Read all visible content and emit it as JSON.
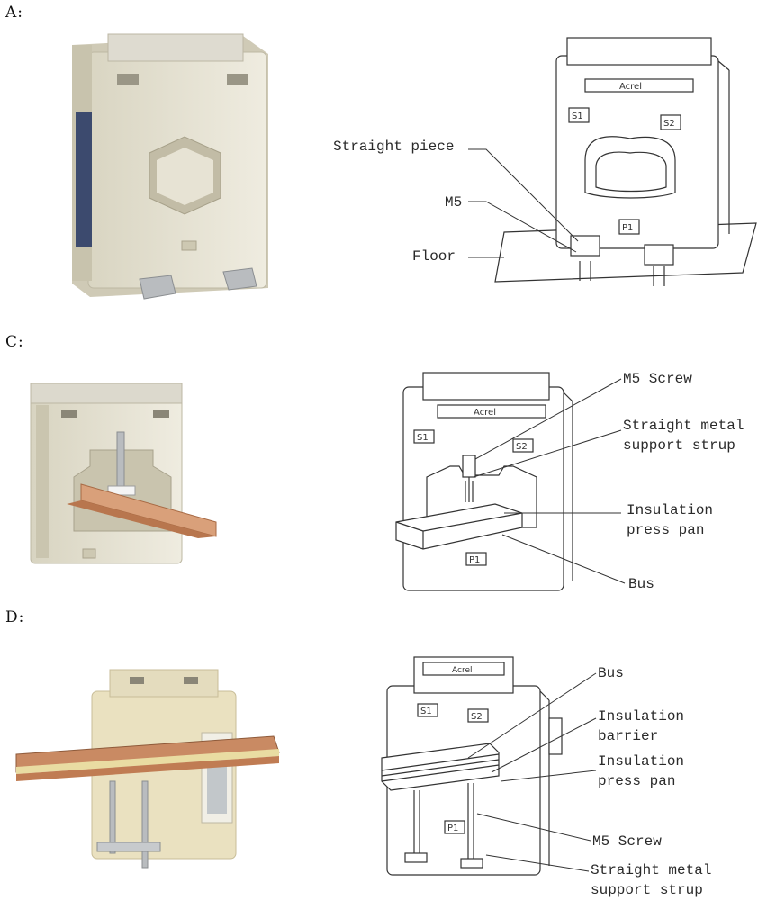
{
  "sections": {
    "a": {
      "label": "A:"
    },
    "c": {
      "label": "C:"
    },
    "d": {
      "label": "D:"
    }
  },
  "labels": {
    "a": {
      "straight_piece": "Straight piece",
      "m5": "M5",
      "floor": "Floor"
    },
    "c": {
      "m5_screw": "M5 Screw",
      "support_strup": "Straight metal\nsupport strup",
      "press_pan": "Insulation\npress pan",
      "bus": "Bus"
    },
    "d": {
      "bus": "Bus",
      "barrier": "Insulation\nbarrier",
      "press_pan": "Insulation\npress pan",
      "m5_screw": "M5 Screw",
      "support_strup": "Straight metal\nsupport strup"
    }
  },
  "terminal_marks": {
    "s1": "S1",
    "s2": "S2",
    "p1": "P1",
    "brand": "Acrel"
  },
  "colors": {
    "housing": "#e8e4d2",
    "housing_shadow": "#c9c4ae",
    "copper": "#c98a63",
    "copper_light": "#dba47f",
    "insulation": "#e9dca2",
    "metal": "#b9bcbf",
    "nameplate_blue": "#3c4a6e",
    "line": "#333333"
  }
}
